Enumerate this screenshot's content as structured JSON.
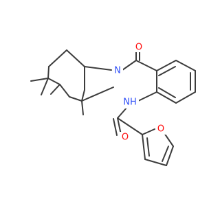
{
  "molecule": {
    "atoms": [
      {
        "id": "O1",
        "symbol": "O",
        "color": "#ff0d0d"
      },
      {
        "id": "N1",
        "symbol": "N",
        "color": "#3050f8"
      },
      {
        "id": "N2",
        "symbol": "NH",
        "color": "#3050f8"
      },
      {
        "id": "O2",
        "symbol": "O",
        "color": "#ff0d0d"
      },
      {
        "id": "O3",
        "symbol": "O",
        "color": "#ff0d0d"
      }
    ],
    "bond_color": "#3c3c3c",
    "background": "#ffffff"
  }
}
